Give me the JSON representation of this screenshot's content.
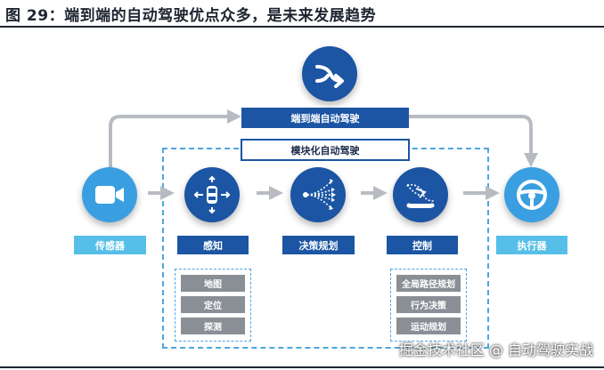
{
  "figure_title": "图 29：端到端的自动驾驶优点众多，是未来发展趋势",
  "end_to_end_label": "端到端自动驾驶",
  "modular_label": "模块化自动驾驶",
  "nodes": {
    "sensor": "传感器",
    "perception": "感知",
    "planning": "决策规划",
    "control": "控制",
    "actuator": "执行器"
  },
  "perception_sub": [
    "地图",
    "定位",
    "探测"
  ],
  "control_sub": [
    "全局路径规划",
    "行为决策",
    "运动规划"
  ],
  "watermark": "掘金技术社区 @ 自动驾驶实战",
  "colors": {
    "primary": "#1b55a3",
    "light": "#56bfe8",
    "sub": "#8a8f96",
    "dash": "#4da6dd",
    "arrow": "#b8bcc2"
  },
  "icons": [
    "merge-arrow-icon",
    "camera-icon",
    "car-sensing-icon",
    "branching-paths-icon",
    "trajectory-control-icon",
    "steering-wheel-icon"
  ]
}
